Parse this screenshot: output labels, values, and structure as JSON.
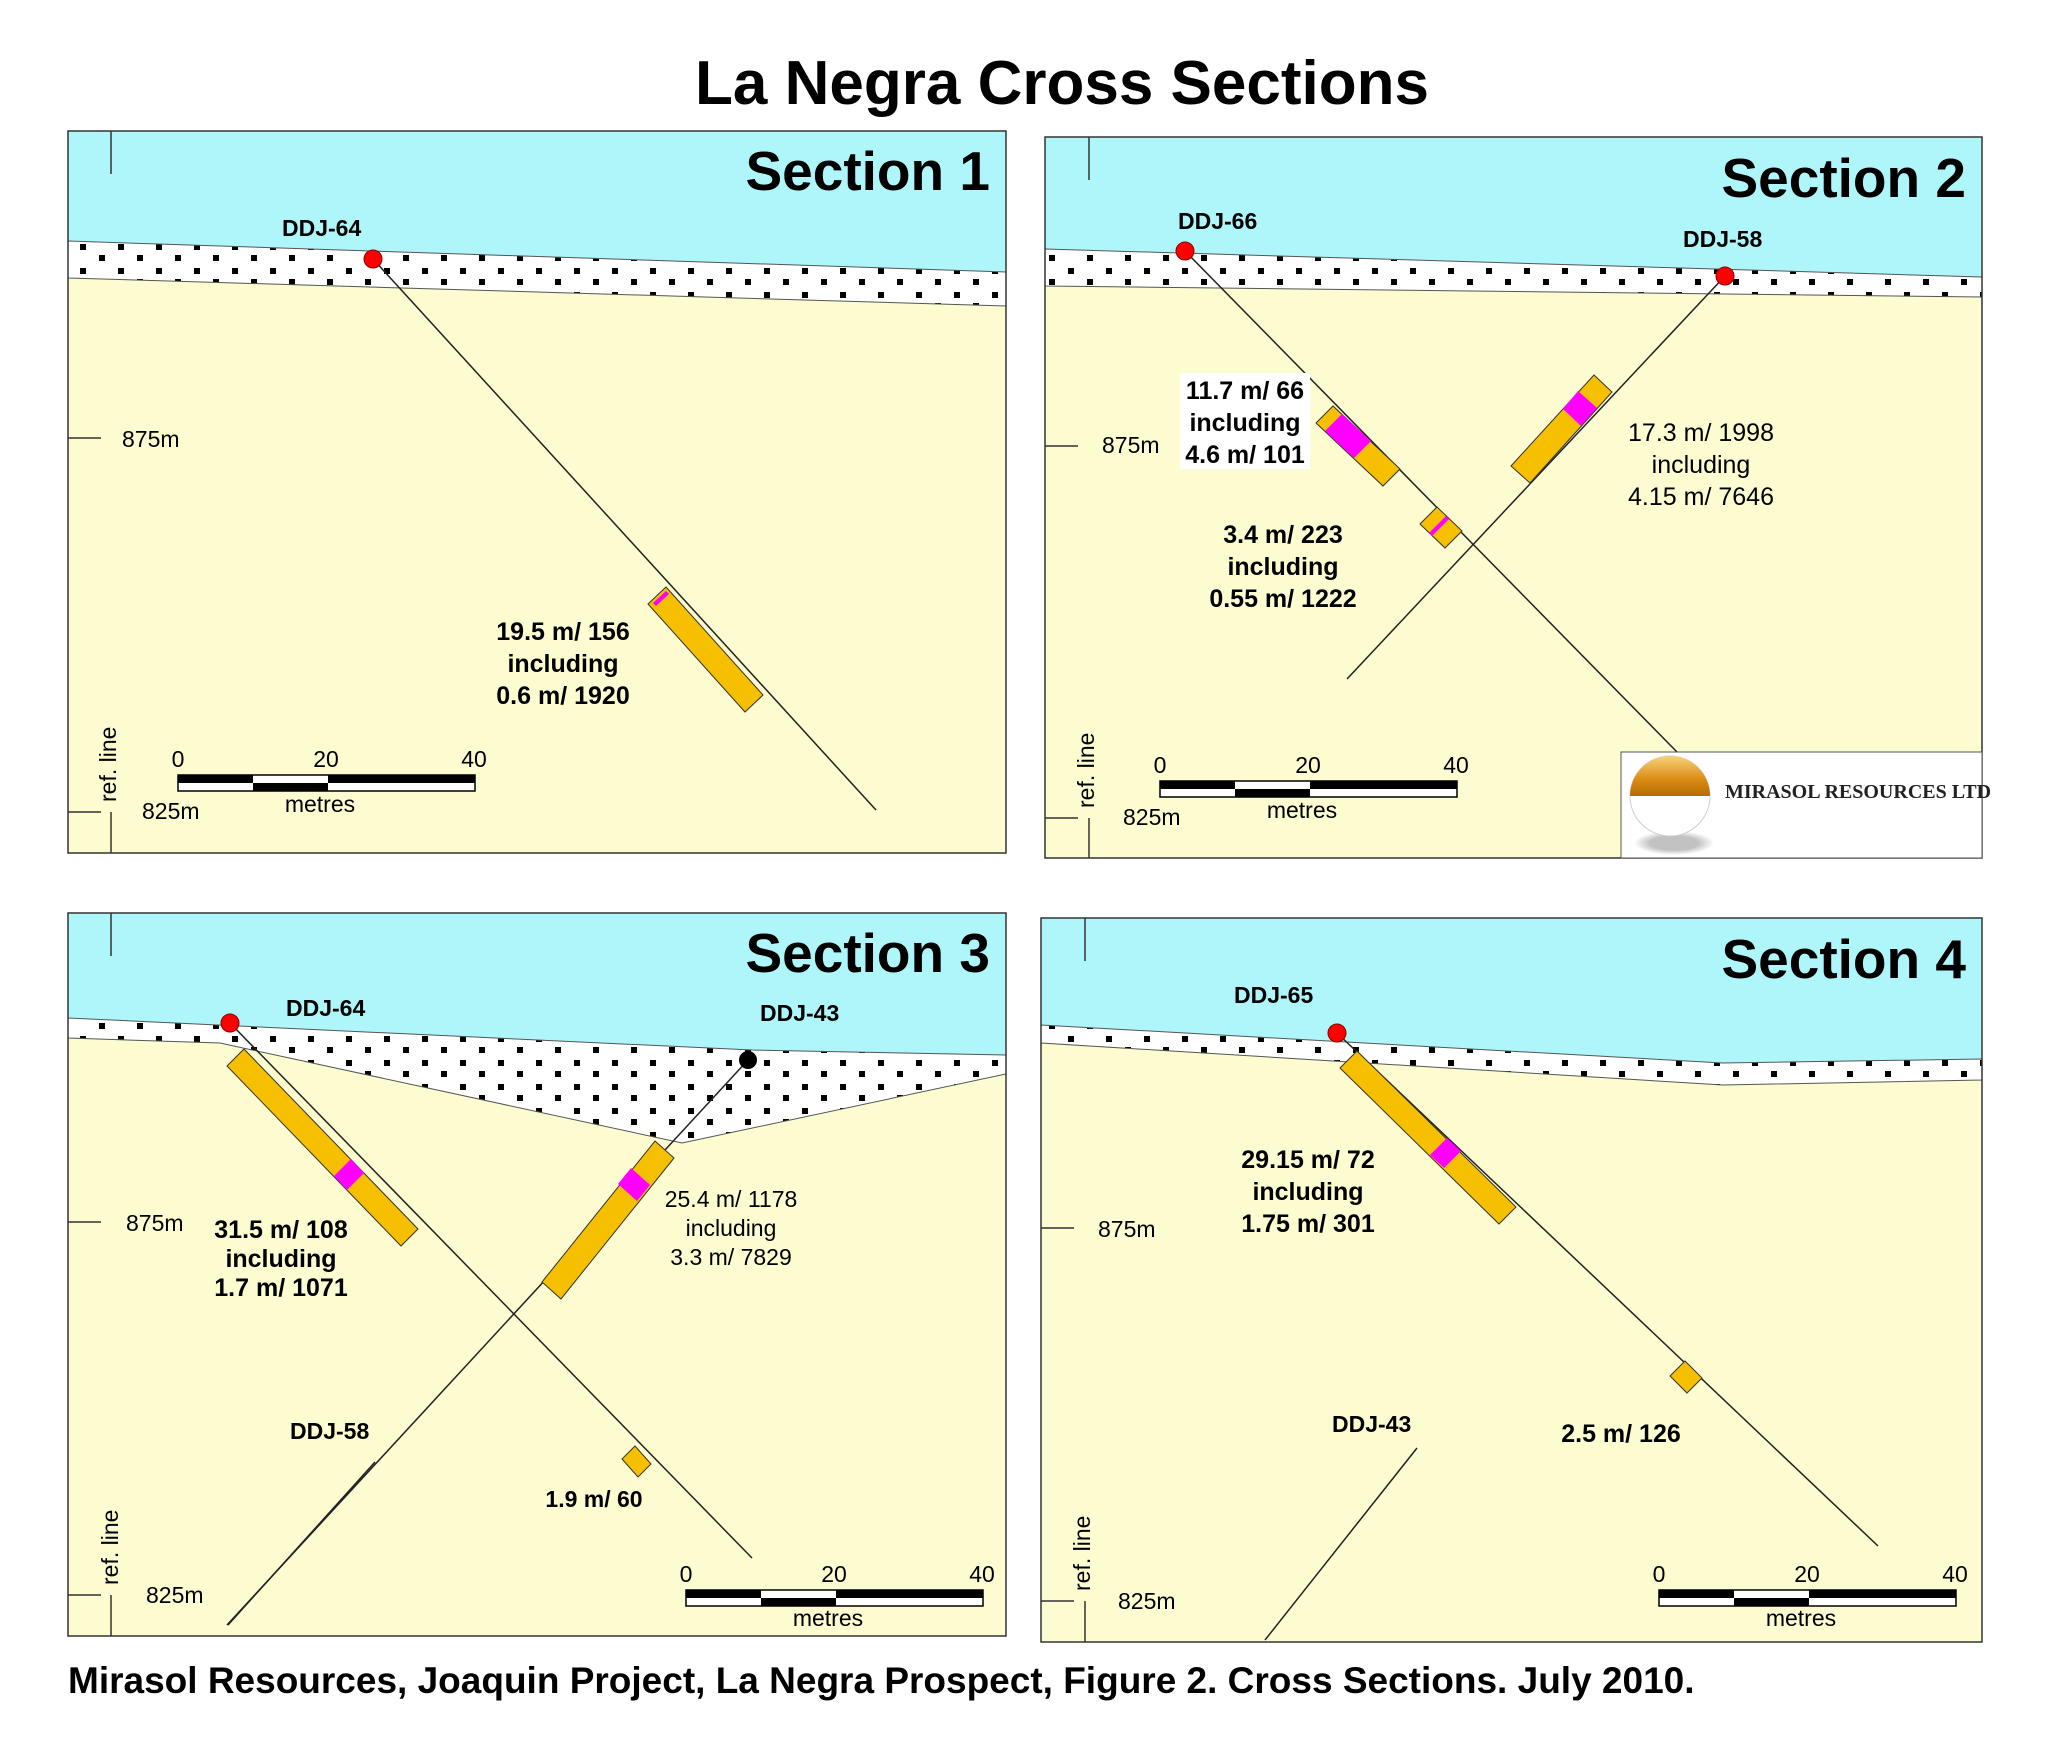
{
  "title": "La Negra Cross Sections",
  "caption": "Mirasol Resources, Joaquin Project, La Negra Prospect, Figure 2. Cross Sections. July 2010.",
  "logo": {
    "text": "MIRASOL RESOURCES LTD"
  },
  "common": {
    "elev_875": "875m",
    "elev_825": "825m",
    "ref_line": "ref. line",
    "scale": {
      "t0": "0",
      "t20": "20",
      "t40": "40",
      "unit": "metres"
    }
  },
  "colors": {
    "air": "#aef6fa",
    "rock": "#fdfbd0",
    "mineral": "#f6c000",
    "high_grade": "#ff00ff",
    "collar": "#ff0000",
    "collar_alt": "#000000"
  },
  "sections": [
    {
      "name": "Section 1",
      "holes": [
        "DDJ-64"
      ],
      "intercepts": [
        {
          "l1": "19.5 m/ 156",
          "l2": "including",
          "l3": "0.6 m/ 1920"
        }
      ]
    },
    {
      "name": "Section 2",
      "holes": [
        "DDJ-66",
        "DDJ-58"
      ],
      "intercepts": [
        {
          "l1": "11.7 m/ 66",
          "l2": "including",
          "l3": "4.6 m/ 101"
        },
        {
          "l1": "3.4 m/ 223",
          "l2": "including",
          "l3": "0.55 m/ 1222"
        },
        {
          "l1": "17.3 m/ 1998",
          "l2": "including",
          "l3": "4.15 m/ 7646"
        }
      ]
    },
    {
      "name": "Section 3",
      "holes": [
        "DDJ-64",
        "DDJ-43",
        "DDJ-58"
      ],
      "intercepts": [
        {
          "l1": "31.5 m/ 108",
          "l2": "including",
          "l3": "1.7 m/ 1071"
        },
        {
          "l1": "25.4 m/ 1178",
          "l2": "including",
          "l3": "3.3 m/ 7829"
        },
        {
          "l1": "1.9 m/ 60"
        }
      ]
    },
    {
      "name": "Section 4",
      "holes": [
        "DDJ-65",
        "DDJ-43"
      ],
      "intercepts": [
        {
          "l1": "29.15 m/ 72",
          "l2": "including",
          "l3": "1.75 m/ 301"
        },
        {
          "l1": "2.5 m/ 126"
        }
      ]
    }
  ]
}
